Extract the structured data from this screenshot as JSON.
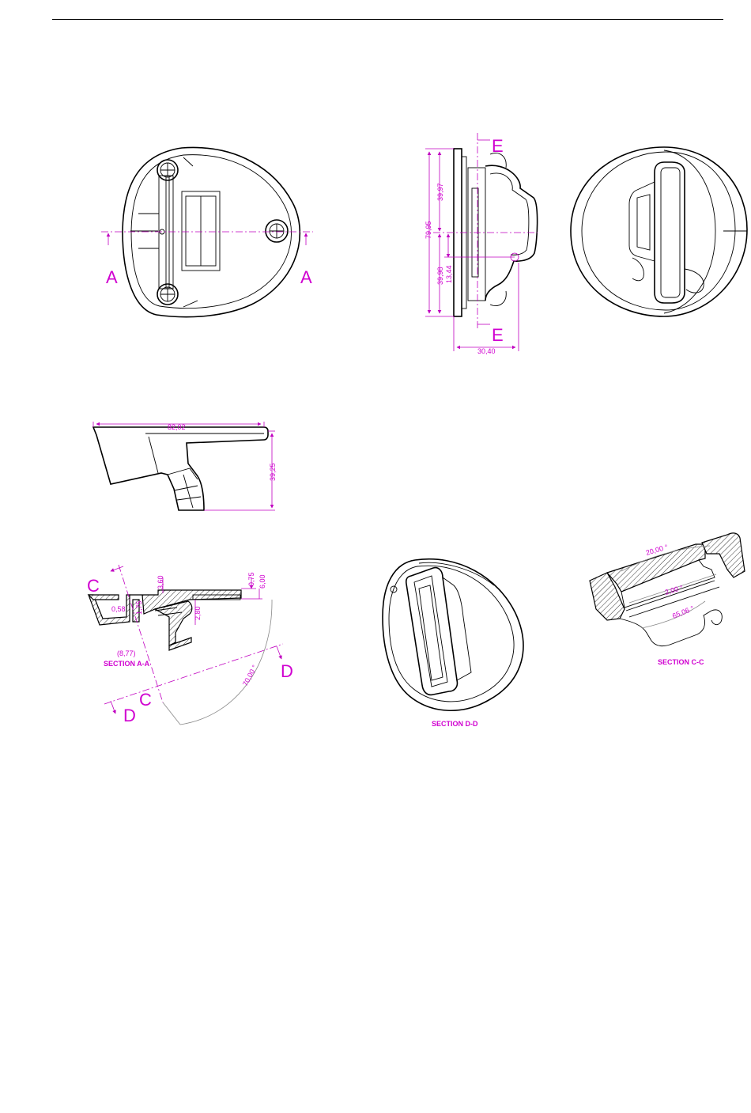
{
  "views": {
    "top_view": {
      "section_label_left": "A",
      "section_label_right": "A"
    },
    "side_view": {
      "label_top": "E",
      "label_bottom": "E",
      "dim_total_height": "79,95",
      "dim_upper": "39,97",
      "dim_lower": "39,98",
      "dim_hook": "13,44",
      "dim_width": "30,40"
    },
    "front_view": {
      "dim_width": "82,02",
      "dim_height": "39,25"
    },
    "section_a": {
      "caption": "SECTION A-A",
      "label_c_top": "C",
      "label_c_bottom": "C",
      "label_d_right": "D",
      "label_d_left": "D",
      "dim_3_60": "3,60",
      "dim_0_75": "0,75",
      "dim_6_00": "6,00",
      "dim_2_80": "2,80",
      "dim_0_58": "0,58",
      "dim_1_75": "1,75",
      "dim_8_77": "(8,77)",
      "dim_angle": "70,00 °"
    },
    "section_d": {
      "caption": "SECTION D-D"
    },
    "section_c": {
      "caption": "SECTION C-C",
      "dim_angle_top": "20,00 °",
      "dim_angle_mid": "2,00 °",
      "dim_angle_low": "65,06 °"
    }
  }
}
